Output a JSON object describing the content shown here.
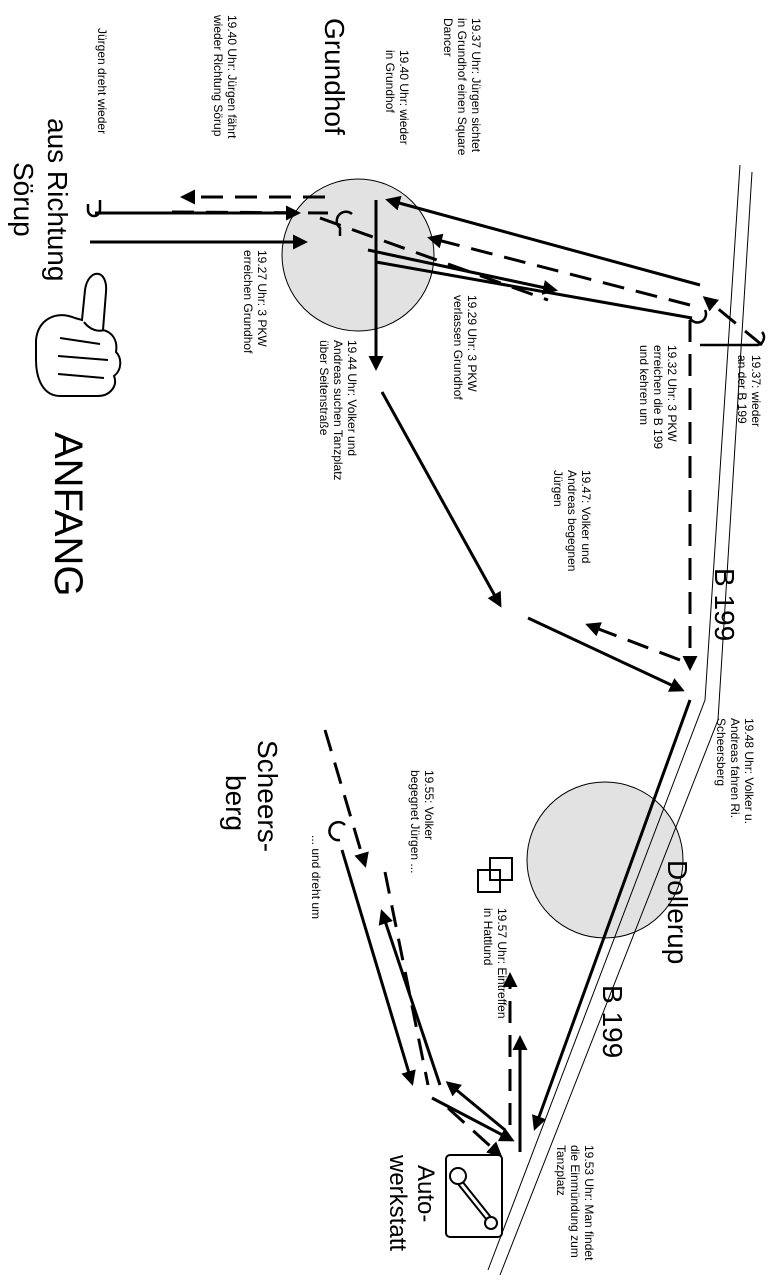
{
  "places": {
    "grundhof": "Grundhof",
    "dollerup": "Dollerup",
    "scheersberg_line1": "Scheers-",
    "scheersberg_line2": "berg",
    "sorup_line1": "aus Richtung",
    "sorup_line2": "Sörup",
    "anfang": "ANFANG",
    "road_upper": "B 199",
    "road_lower": "B 199",
    "werkstatt_line1": "Auto-",
    "werkstatt_line2": "werkstatt"
  },
  "notes": {
    "n1927": [
      "19.27 Uhr: 3 PKW",
      "erreichen Grundhof"
    ],
    "n1929": [
      "19.29 Uhr: 3 PKW",
      "verlassen Grundhof"
    ],
    "n1932": [
      "19.32 Uhr: 3 PKW",
      "erreichen die B 199",
      "und kehren um"
    ],
    "n1937a": [
      "19.37 Uhr: Jürgen sichtet",
      "in Grundhof einen Square",
      "Dancer"
    ],
    "n1937b": [
      "19.37: wieder",
      "an der B 199"
    ],
    "n1940a": [
      "19.40 Uhr: wieder",
      "in Grundhof"
    ],
    "n1940b": [
      "19.40 Uhr: Jürgen fährt",
      "wieder Richtung Sörup"
    ],
    "turn_again": [
      "Jürgen dreht wieder"
    ],
    "n1944": [
      "19.44 Uhr: Volker und",
      "Andreas suchen Tanzplatz",
      "über Seitenstraße"
    ],
    "n1947": [
      "19.47: Volker und",
      "Andreas begegnen",
      "Jürgen"
    ],
    "n1948": [
      "19.48 Uhr: Volker u.",
      "Andreas fahren Ri.",
      "Scheersberg"
    ],
    "n1953": [
      "19.53 Uhr: Man findet",
      "die Einmündung zum",
      "Tanzplatz"
    ],
    "n1955": [
      "19.55: Volker",
      "begegnet Jürgen ..."
    ],
    "dreht_um": [
      "... und dreht um"
    ],
    "n1957": [
      "19.57 Uhr: Eintreffen",
      "in Hattlund"
    ]
  },
  "colors": {
    "ink": "#000000",
    "town_fill": "#e2e2e2"
  },
  "icons": [
    "pointing-hand-icon",
    "wrench-icon",
    "overlapping-squares-icon",
    "u-turn-icon"
  ]
}
